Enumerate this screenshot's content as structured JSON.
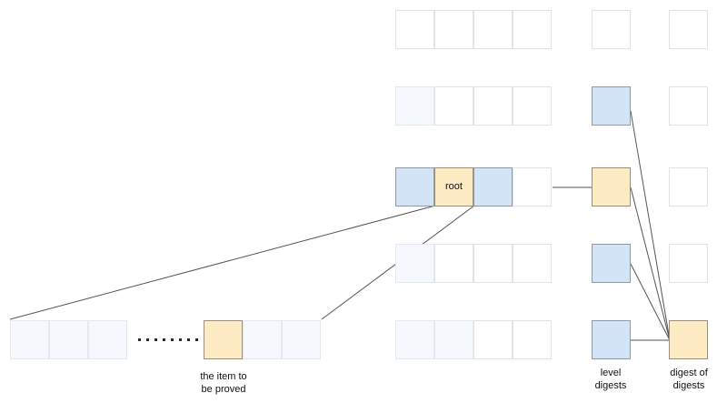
{
  "diagram": {
    "title": "merkle-style level digest proof diagram",
    "colors": {
      "blue_fill": "#d4e4f7",
      "blue_border": "#8f9aa6",
      "yellow_fill": "#fdebc4",
      "yellow_border": "#9a8f7a",
      "pale_fill": "#f5f9fd",
      "pale_border": "#e3e9ef",
      "white_fill": "#ffffff",
      "white_border": "#e3e3e3",
      "line": "#555555",
      "text": "#111111"
    },
    "root_label": "root",
    "captions": {
      "item_to_be_proved": "the item to\nbe proved",
      "level_digests": "level\ndigests",
      "digest_of_digests": "digest of\ndigests"
    },
    "ellipsis_dot_count": 8,
    "right_grid": {
      "rows": [
        {
          "cells": [
            "white",
            "white",
            "white",
            "white"
          ],
          "level_digest": "white",
          "outer_digest": "white"
        },
        {
          "cells": [
            "pale",
            "white",
            "white",
            "white"
          ],
          "level_digest": "blue",
          "outer_digest": "white"
        },
        {
          "cells": [
            "blue",
            "yellow",
            "blue",
            "white"
          ],
          "level_digest": "yellow",
          "outer_digest": "white"
        },
        {
          "cells": [
            "pale",
            "white",
            "white",
            "white"
          ],
          "level_digest": "blue",
          "outer_digest": "white"
        },
        {
          "cells": [
            "pale",
            "pale",
            "white",
            "white"
          ],
          "level_digest": "blue",
          "outer_digest": "yellow"
        }
      ]
    },
    "bottom_strip": {
      "left_cells": [
        "pale",
        "pale",
        "pale"
      ],
      "right_cells": [
        "yellow",
        "pale",
        "pale"
      ]
    }
  }
}
